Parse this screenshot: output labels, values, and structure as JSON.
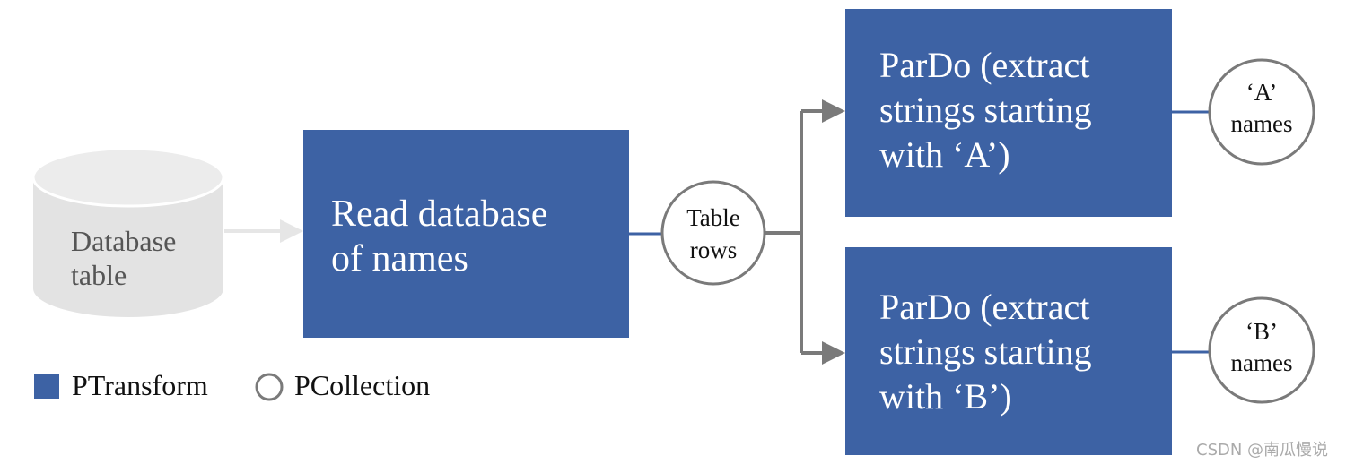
{
  "colors": {
    "ptransform_fill": "#3d62a4",
    "pcollection_stroke": "#7a7a7a",
    "database_fill": "#e3e3e3",
    "arrow_gray": "#7a7a7a",
    "arrow_light": "#e6e6e6",
    "connector_blue": "#3d62a4"
  },
  "database": {
    "line1": "Database",
    "line2": "table"
  },
  "read_box": {
    "line1": "Read database",
    "line2": "of names"
  },
  "table_rows": {
    "line1": "Table",
    "line2": "rows"
  },
  "pardo_a": {
    "line1": "ParDo (extract",
    "line2": "strings starting",
    "line3": "with ‘A’)"
  },
  "pardo_b": {
    "line1": "ParDo (extract",
    "line2": "strings starting",
    "line3": "with ‘B’)"
  },
  "a_names": {
    "line1": "‘A’",
    "line2": "names"
  },
  "b_names": {
    "line1": "‘B’",
    "line2": "names"
  },
  "legend": {
    "ptransform_label": "PTransform",
    "pcollection_label": "PCollection"
  },
  "watermark": "CSDN @南瓜慢说"
}
